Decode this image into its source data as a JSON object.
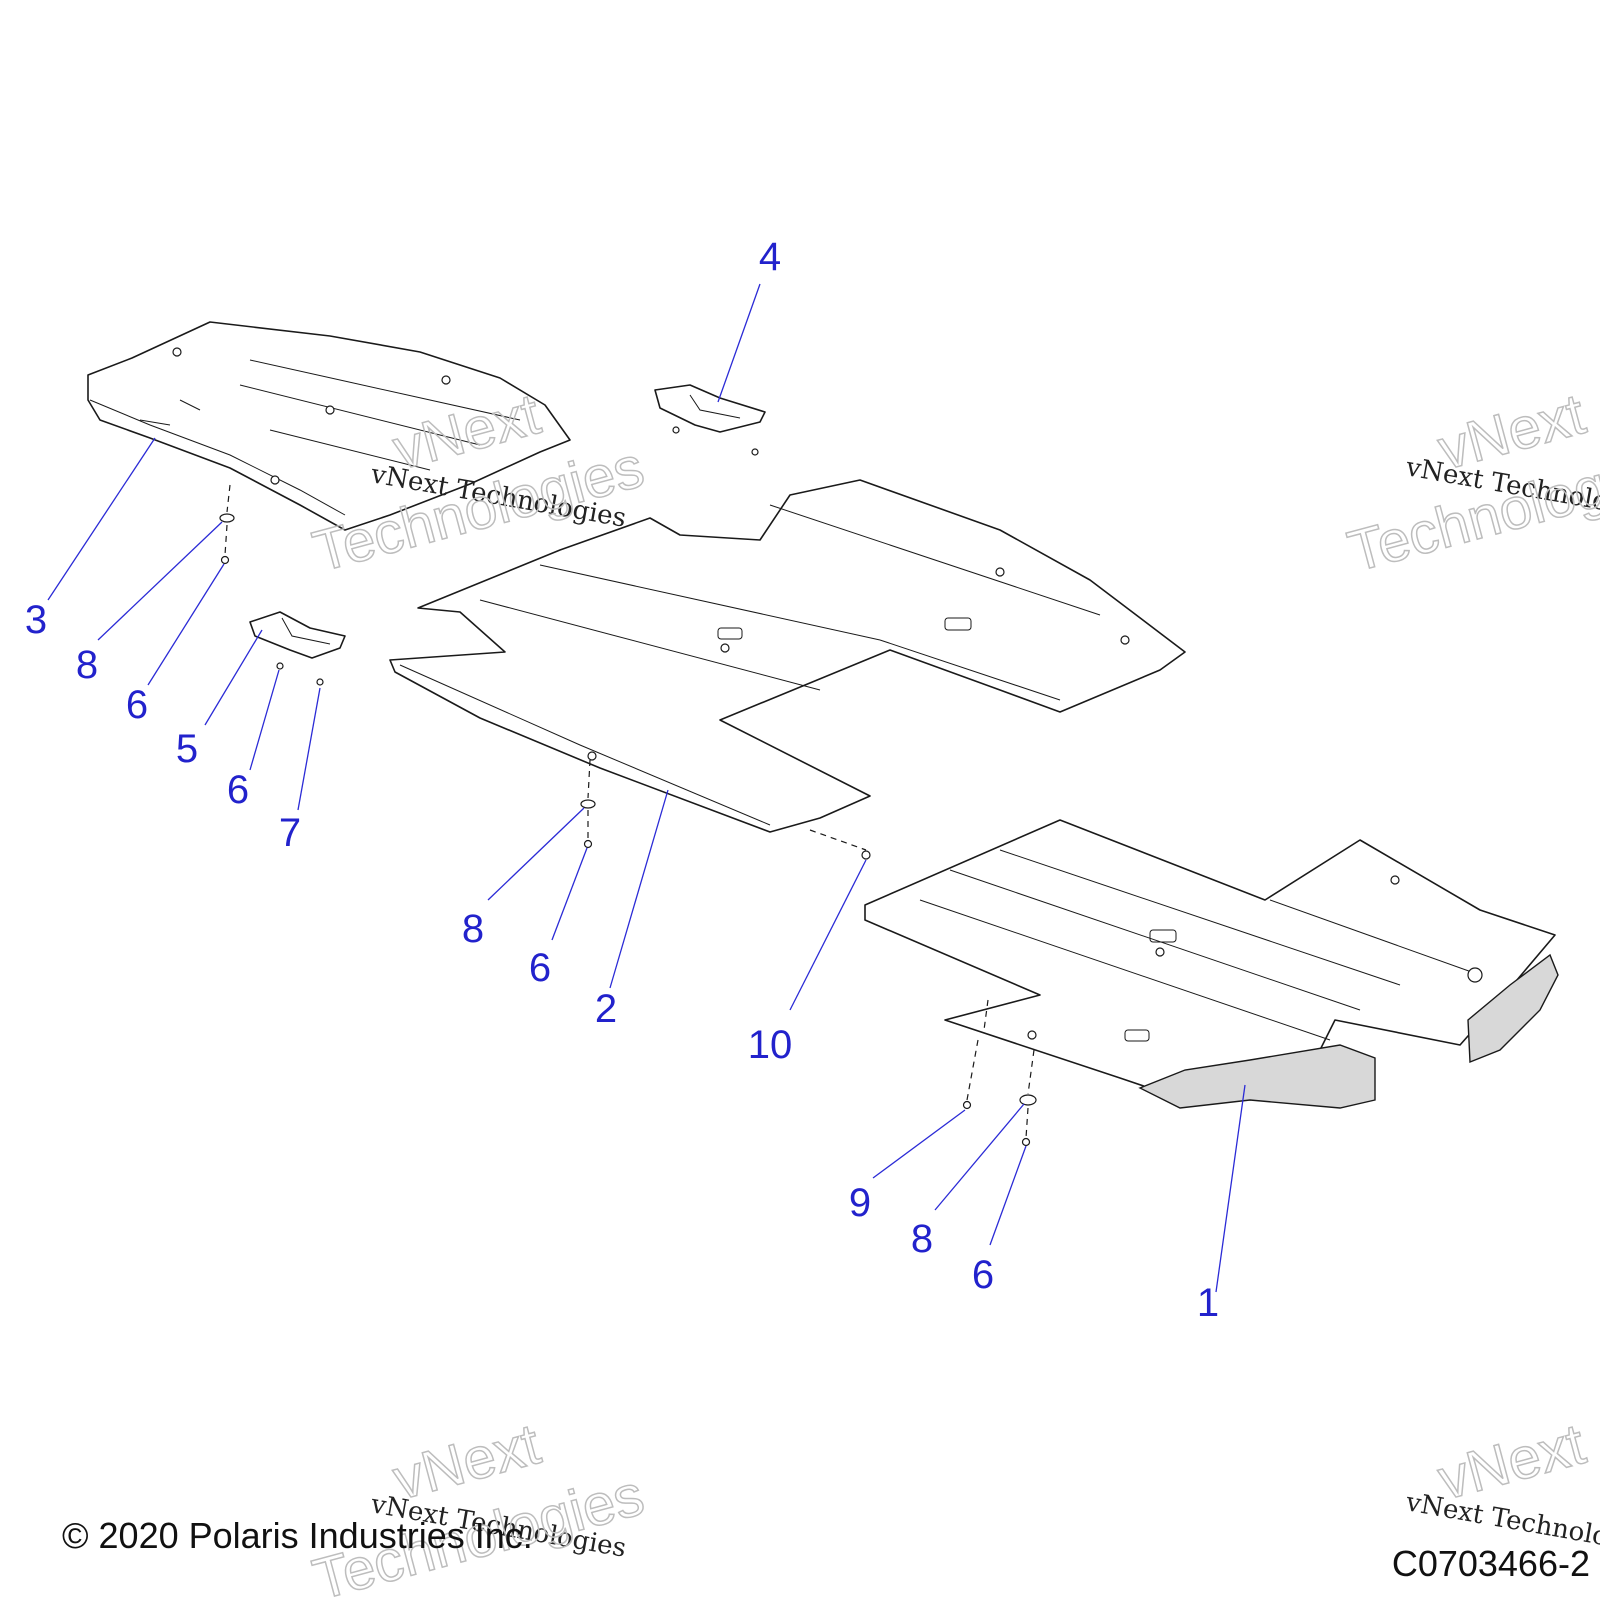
{
  "callouts": [
    {
      "id": "1",
      "label": "1"
    },
    {
      "id": "2",
      "label": "2"
    },
    {
      "id": "3",
      "label": "3"
    },
    {
      "id": "4",
      "label": "4"
    },
    {
      "id": "5",
      "label": "5"
    },
    {
      "id": "6a",
      "label": "6"
    },
    {
      "id": "6b",
      "label": "6"
    },
    {
      "id": "6c",
      "label": "6"
    },
    {
      "id": "6d",
      "label": "6"
    },
    {
      "id": "7",
      "label": "7"
    },
    {
      "id": "8a",
      "label": "8"
    },
    {
      "id": "8b",
      "label": "8"
    },
    {
      "id": "8c",
      "label": "8"
    },
    {
      "id": "9",
      "label": "9"
    },
    {
      "id": "10",
      "label": "10"
    }
  ],
  "footer": {
    "copyright": "© 2020 Polaris Industries Inc.",
    "diagram_code": "C0703466-2"
  },
  "watermark": {
    "line_text": "vNext Technologies",
    "ghost_line1": "vNext",
    "ghost_line2": "Technologies"
  },
  "colors": {
    "callout": "#2222cc",
    "leader": "#2b2bd6",
    "line_art": "#1a1a1a"
  }
}
